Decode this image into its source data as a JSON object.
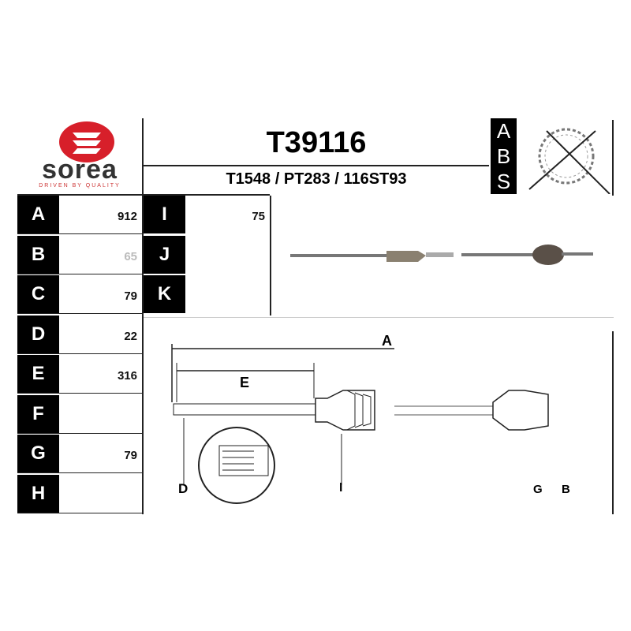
{
  "brand": {
    "name": "sorea",
    "tagline": "DRIVEN BY QUALITY",
    "color": "#d71f2a"
  },
  "header": {
    "part_number": "T39116",
    "cross_refs": "T1548 / PT283 / 116ST93",
    "abs_letters": [
      "A",
      "B",
      "S"
    ],
    "abs_icon": "abs-ring-crossed-icon"
  },
  "dimensions_left": [
    {
      "label": "A",
      "value": "912"
    },
    {
      "label": "B",
      "value": "65"
    },
    {
      "label": "C",
      "value": "79"
    },
    {
      "label": "D",
      "value": "22"
    },
    {
      "label": "E",
      "value": "316"
    },
    {
      "label": "F",
      "value": ""
    },
    {
      "label": "G",
      "value": "79"
    },
    {
      "label": "H",
      "value": ""
    }
  ],
  "dimensions_right": [
    {
      "label": "I",
      "value": "75"
    },
    {
      "label": "J",
      "value": ""
    },
    {
      "label": "K",
      "value": ""
    }
  ],
  "diagram": {
    "labels": {
      "A": "A",
      "E": "E",
      "D": "D",
      "I": "I",
      "G": "G",
      "B": "B"
    }
  }
}
